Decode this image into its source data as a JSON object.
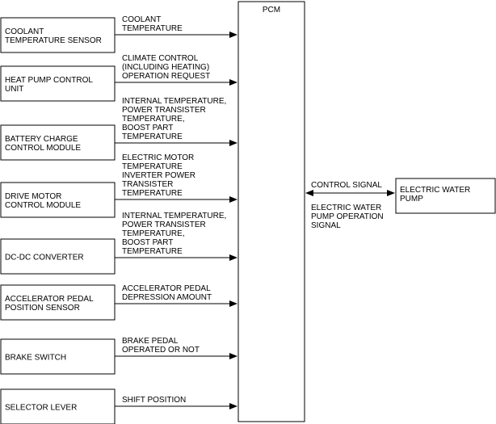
{
  "pcm": {
    "label": "PCM"
  },
  "inputs": [
    {
      "box": [
        "COOLANT",
        "TEMPERATURE SENSOR"
      ],
      "signal": [
        "COOLANT",
        "TEMPERATURE"
      ]
    },
    {
      "box": [
        "HEAT PUMP CONTROL",
        "UNIT"
      ],
      "signal": [
        "CLIMATE CONTROL",
        "(INCLUDING HEATING)",
        "OPERATION REQUEST"
      ]
    },
    {
      "box": [
        "BATTERY CHARGE",
        "CONTROL MODULE"
      ],
      "signal": [
        "INTERNAL TEMPERATURE,",
        "POWER TRANSISTER",
        "TEMPERATURE,",
        "BOOST PART",
        "TEMPERATURE"
      ]
    },
    {
      "box": [
        "DRIVE MOTOR",
        "CONTROL MODULE"
      ],
      "signal": [
        "ELECTRIC MOTOR",
        "TEMPERATURE",
        "INVERTER POWER",
        "TRANSISTER",
        "TEMPERATURE"
      ]
    },
    {
      "box": [
        "DC-DC CONVERTER"
      ],
      "signal": [
        "INTERNAL TEMPERATURE,",
        "POWER TRANSISTER",
        "TEMPERATURE,",
        "BOOST PART",
        "TEMPERATURE"
      ]
    },
    {
      "box": [
        "ACCELERATOR PEDAL",
        "POSITION SENSOR"
      ],
      "signal": [
        "ACCELERATOR PEDAL",
        "DEPRESSION AMOUNT"
      ]
    },
    {
      "box": [
        "BRAKE SWITCH"
      ],
      "signal": [
        "BRAKE PEDAL",
        "OPERATED OR NOT"
      ]
    },
    {
      "box": [
        "SELECTOR LEVER"
      ],
      "signal": [
        "SHIFT POSITION"
      ]
    }
  ],
  "output": {
    "box": [
      "ELECTRIC WATER",
      "PUMP"
    ],
    "signal_top": [
      "CONTROL SIGNAL"
    ],
    "signal_bottom": [
      "ELECTRIC WATER",
      "PUMP OPERATION",
      "SIGNAL"
    ]
  }
}
